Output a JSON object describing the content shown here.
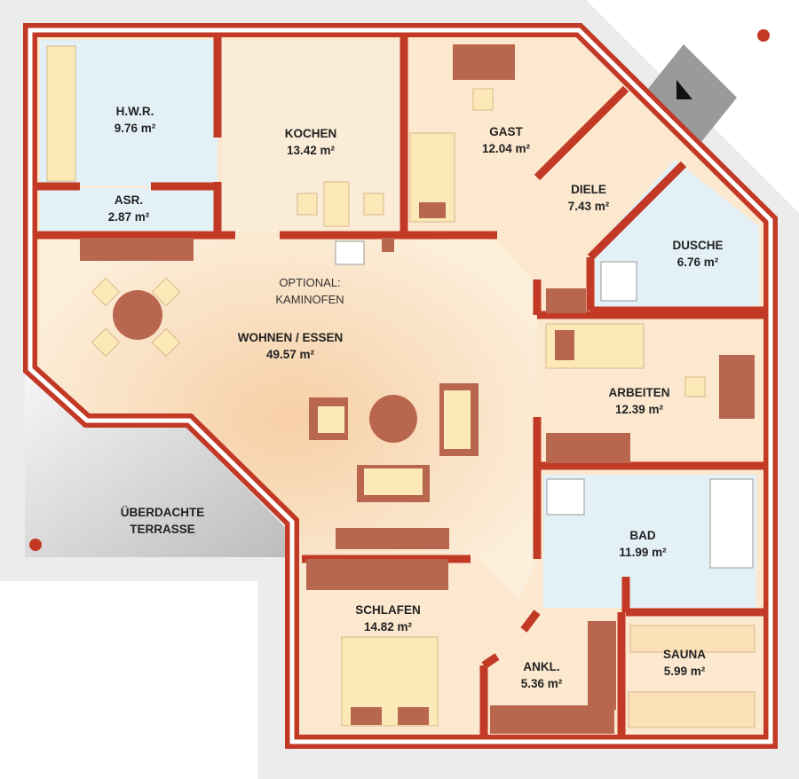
{
  "rooms": [
    {
      "name": "H.W.R.",
      "area": "9.76 m²"
    },
    {
      "name": "KOCHEN",
      "area": "13.42 m²"
    },
    {
      "name": "GAST",
      "area": "12.04 m²"
    },
    {
      "name": "DIELE",
      "area": "7.43 m²"
    },
    {
      "name": "ASR.",
      "area": "2.87 m²"
    },
    {
      "name": "DUSCHE",
      "area": "6.76 m²"
    },
    {
      "name": "WOHNEN / ESSEN",
      "area": "49.57 m²"
    },
    {
      "name": "ARBEITEN",
      "area": "12.39 m²"
    },
    {
      "name": "BAD",
      "area": "11.99 m²"
    },
    {
      "name": "SCHLAFEN",
      "area": "14.82 m²"
    },
    {
      "name": "SAUNA",
      "area": "5.99 m²"
    },
    {
      "name": "ANKL.",
      "area": "5.36 m²"
    }
  ],
  "annotations": {
    "fireplace_line1": "OPTIONAL:",
    "fireplace_line2": "KAMINOFEN",
    "terrace_line1": "ÜBERDACHTE",
    "terrace_line2": "TERRASSE"
  },
  "colors": {
    "wall": "#c23a26",
    "floor": "#fbe8cf",
    "wet": "#e3f1f7",
    "furniture": "#b9664f"
  }
}
